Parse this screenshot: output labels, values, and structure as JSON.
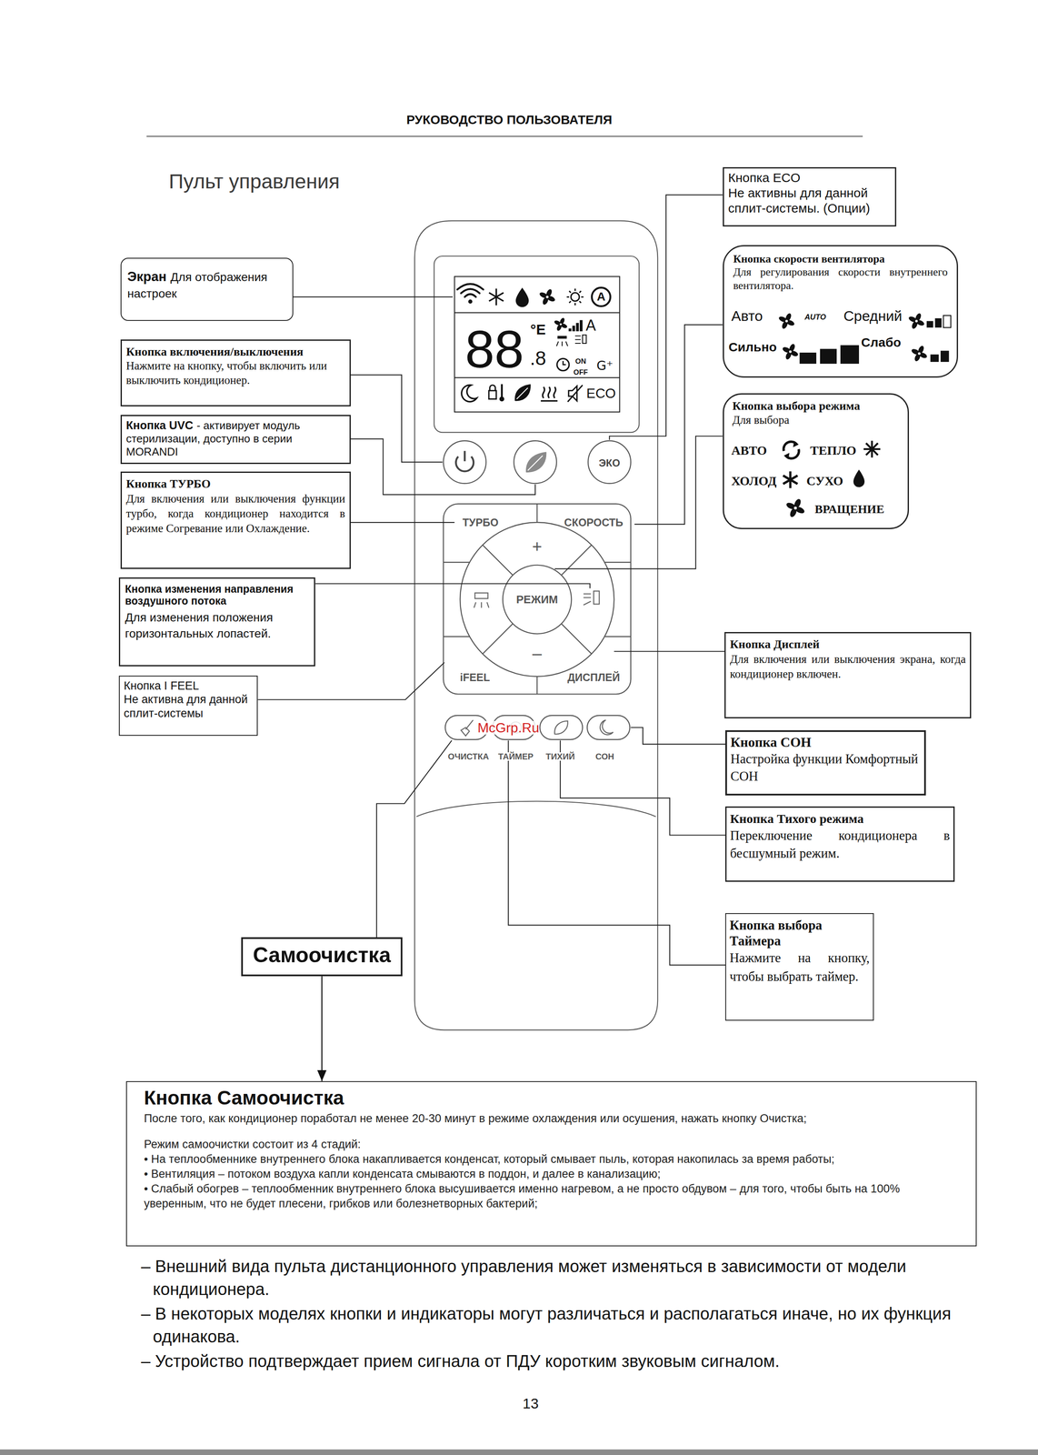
{
  "diagram": {
    "title": "Пульт управления",
    "nodes": [
      {
        "text": [
          "Экран",
          "Для отображения настроек"
        ]
      },
      {
        "text": [
          "Кнопка включения/выключения",
          "Нажмите на кнопку, чтобы включить или выключить кондиционер."
        ]
      },
      {
        "text": [
          "Кнопка UVC",
          "- активирует модуль стерилизации, доступно в серии MORANDI"
        ]
      },
      {
        "text": [
          "Кнопка ТУРБО",
          "Для включения или выключения функции турбо, когда кондиционер находится в режиме Согревание или Охлаждение."
        ]
      },
      {
        "text": [
          "Кнопка изменения направления воздушного потока",
          "Для изменения положения горизонтальных лопастей."
        ]
      },
      {
        "text": [
          "Кнопка I FEEL",
          "Не активна для данной сплит-системы"
        ]
      },
      {
        "text": [
          "Кнопка ECO",
          "Не активны для данной сплит-системы. (Опции)"
        ]
      },
      {
        "text": [
          "Кнопка скорости вентилятора",
          "Для регулирования скорости внутреннего вентилятора.",
          "Авто",
          "AUTO",
          "Средний",
          "Сильно",
          "Слабо"
        ]
      },
      {
        "text": [
          "Кнопка выбора режима",
          "Для выбора",
          "АВТО",
          "ТЕПЛО",
          "ХОЛОД",
          "СУХО",
          "ВРАЩЕНИЕ"
        ]
      },
      {
        "text": [
          "Кнопка Дисплей",
          "Для включения или выключения экрана, когда кондиционер включен."
        ]
      },
      {
        "text": [
          "Кнопка СОН",
          "Настройка функции Комфортный СОН"
        ]
      },
      {
        "text": [
          "Кнопка Тихого режима",
          "Переключение кондиционера в бесшумный режим."
        ]
      },
      {
        "text": [
          "Кнопка выбора Таймера",
          "Нажмите на кнопку, чтобы выбрать таймер."
        ]
      },
      {
        "text": [
          "Самоочистка"
        ]
      },
      {
        "text": [
          "Кнопка Самоочистка",
          "После того, как кондиционер поработал не менее 20-30 минут в режиме охлаждения или осушения, нажать кнопку Очистка;",
          "Режим самоочистки состоит из 4 стадий:",
          "• На теплообменнике внутреннего блока накапливается конденсат, который смывает пыль, которая накопилась за время работы;",
          "• Вентиляция – потоком воздуха капли конденсата смываются в поддон, и далее в канализацию;",
          "• Слабый обогрев – теплообменник внутреннего блока высушивается именно нагревом, а не просто обдувом – для того, чтобы быть на 100% уверенным, что не будет плесени, грибков или болезнетворных бактерий;"
        ]
      }
    ],
    "edges": [
      {
        "from": 13,
        "to": 14,
        "arrow": "to"
      }
    ],
    "labels": [
      "РУКОВОДСТВО ПОЛЬЗОВАТЕЛЯ",
      "88",
      "°E",
      ".8",
      "A",
      "ON",
      "OFF",
      "G⁺",
      "ECO",
      "A",
      "ЭКО",
      "ТУРБО",
      "СКОРОСТЬ",
      "+",
      "РЕЖИМ",
      "–",
      "iFEEL",
      "ДИСПЛЕЙ",
      "McGrp.Ru",
      "ОЧИСТКА",
      "ТАЙМЕР",
      "ТИХИЙ",
      "СОН",
      "– Внешний вида пульта дистанционного управления может изменяться в зависимости от модели кондиционера.",
      "– В некоторых моделях кнопки и индикаторы могут различаться и располагаться иначе, но их функция одинакова.",
      "– Устройство подтверждает прием сигнала от ПДУ коротким звуковым сигналом.",
      "13"
    ]
  }
}
